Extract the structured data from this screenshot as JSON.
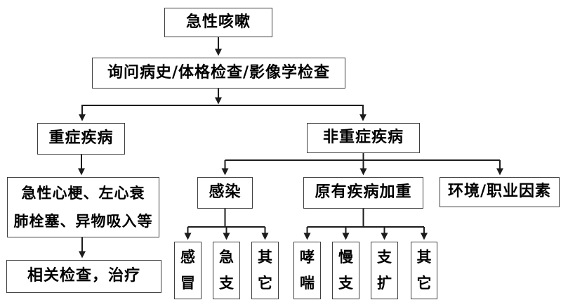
{
  "diagram_type": "flowchart",
  "nodes": {
    "acute_cough": "急性咳嗽",
    "history_exam": "询问病史/体格检查/影像学检查",
    "severe_disease": "重症疾病",
    "non_severe_disease": "非重症疾病",
    "severe_causes": [
      "急性心梗、左心衰",
      "肺栓塞、异物吸入等"
    ],
    "infection": "感染",
    "existing_disease_worsening": "原有疾病加重",
    "environment_occupational": "环境/职业因素",
    "related_tests_treatment": "相关检查，治疗",
    "common_cold": "感冒",
    "acute_bronchitis": "急支",
    "infection_other": "其它",
    "asthma": "哮喘",
    "chronic_bronchitis": "慢支",
    "bronchiectasis": "支扩",
    "existing_other": "其它"
  },
  "colors": {
    "line": "#1c1c1c",
    "box_border": "#3f3f3f",
    "background": "#ffffff",
    "text": "#000000"
  }
}
